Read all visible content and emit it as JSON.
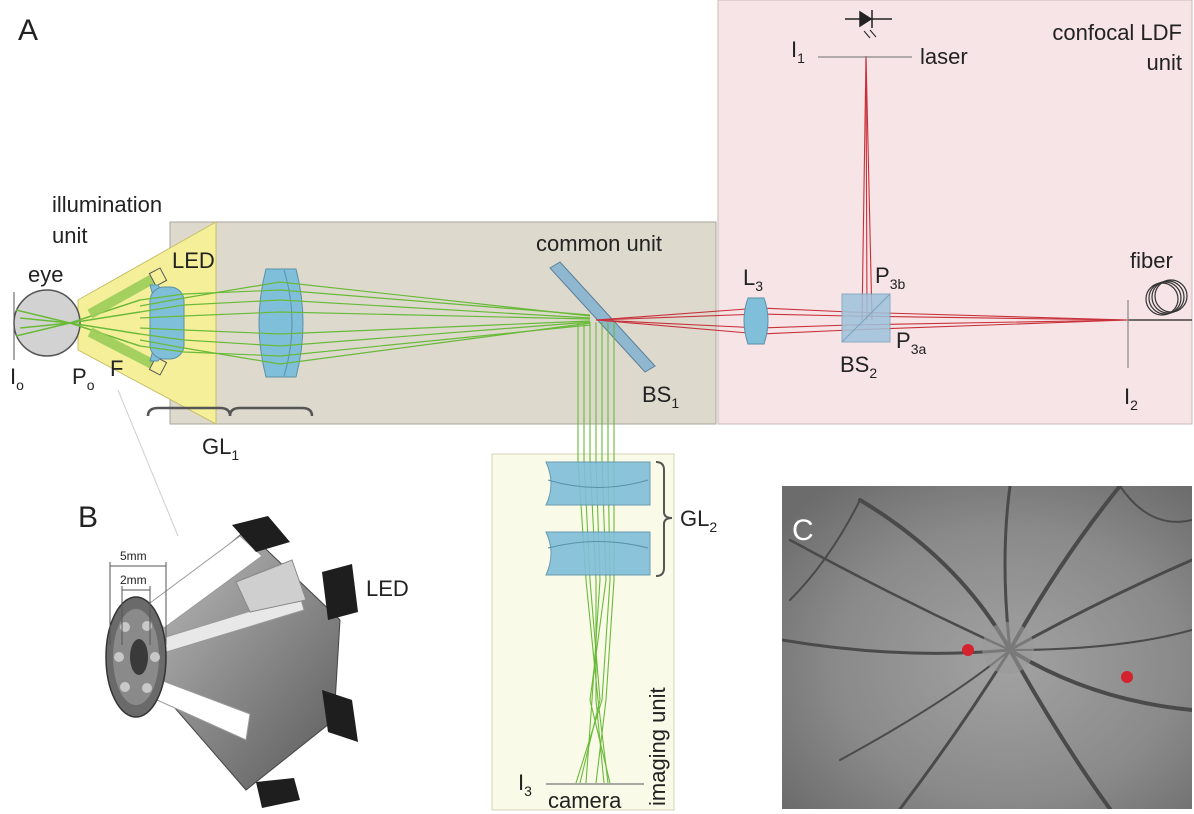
{
  "panels": {
    "a": "A",
    "b": "B",
    "c": "C"
  },
  "units": {
    "confocal_line1": "confocal LDF",
    "confocal_line2": "unit",
    "common": "common unit",
    "illumination_line1": "illumination",
    "illumination_line2": "unit",
    "imaging": "imaging unit"
  },
  "labels": {
    "eye": "eye",
    "led": "LED",
    "f": "F",
    "i": "I",
    "i_o_sub": "o",
    "p": "P",
    "p_o_sub": "o",
    "gl": "GL",
    "gl1_sub": "1",
    "gl2_sub": "2",
    "bs": "BS",
    "bs1_sub": "1",
    "bs2_sub": "2",
    "l": "L",
    "l3_sub": "3",
    "p3b_sub": "3b",
    "p3a_sub": "3a",
    "i1_sub": "1",
    "i2_sub": "2",
    "i3_sub": "3",
    "laser": "laser",
    "fiber": "fiber",
    "camera": "camera",
    "led_b": "LED",
    "dim_5mm": "5mm",
    "dim_2mm": "2mm"
  },
  "colors": {
    "confocal_bg": "#f6e4e6",
    "common_bg": "#ddd9cd",
    "imaging_bg": "#fafae8",
    "illumination_yellow": "#f5ef9a",
    "lens_blue": "#7fbfd9",
    "green_ray": "#6aba3a",
    "red_ray": "#c8303a",
    "fundus_dot": "#d3232f"
  }
}
